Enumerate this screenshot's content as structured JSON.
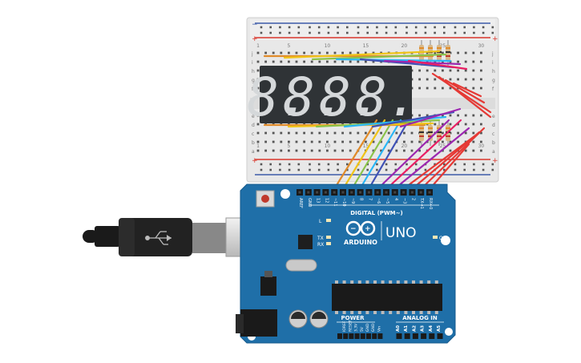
{
  "display": {
    "digit_glyph": "8.",
    "digits": 4
  },
  "breadcolumns": [
    "1",
    "5",
    "10",
    "15",
    "20",
    "25",
    "30"
  ],
  "rows_top": [
    "j",
    "i",
    "h",
    "g",
    "f"
  ],
  "rows_bottom": [
    "e",
    "d",
    "c",
    "b",
    "a"
  ],
  "power_marks": {
    "plus": "+",
    "minus": "−"
  },
  "arduino": {
    "brand": "ARDUINO",
    "model": "UNO",
    "digital_label": "DIGITAL (PWM~)",
    "power_label": "POWER",
    "analog_label": "ANALOG IN",
    "on_label": "ON",
    "tx_label": "TX",
    "rx_label": "RX",
    "l_label": "L",
    "aref": "AREF",
    "gnd": "GND",
    "digital_pins": [
      "13",
      "12",
      "~11",
      "~10",
      "~9",
      "8",
      "7",
      "~6",
      "~5",
      "4",
      "~3",
      "2",
      "TX→1",
      "RX←0"
    ],
    "power_pins": [
      "IOREF",
      "RESET",
      "3.3V",
      "5V",
      "GND",
      "GND",
      "Vin"
    ],
    "analog_pins": [
      "A0",
      "A1",
      "A2",
      "A3",
      "A4",
      "A5"
    ]
  },
  "colors": {
    "board": "#1f6fa8",
    "board_dark": "#165a8c",
    "breadboard": "#e9e9e9",
    "rail_red": "#d9352b",
    "rail_blue": "#3c5aa8",
    "segment_display": "#2f3336",
    "segment": "#d5d8da"
  },
  "icons": {
    "usb_cable": "usb-cable-icon",
    "arduino_logo": "infinity-logo-icon"
  }
}
